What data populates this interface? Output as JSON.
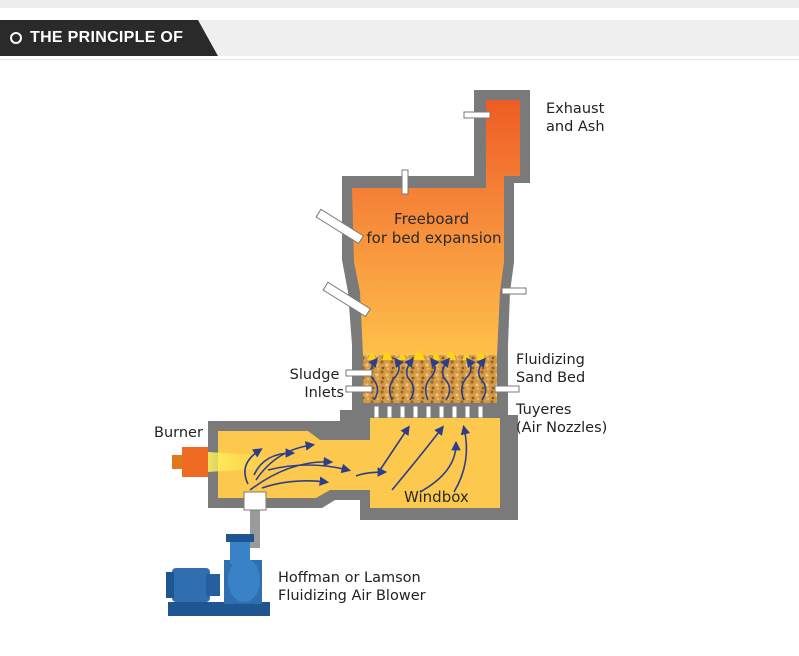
{
  "header": {
    "title": "THE PRINCIPLE OF"
  },
  "diagram": {
    "labels": {
      "exhaust": [
        "Exhaust",
        "and Ash"
      ],
      "freeboard": [
        "Freeboard",
        "for bed expansion"
      ],
      "sand_bed": [
        "Fluidizing",
        "Sand Bed"
      ],
      "sludge": [
        "Sludge",
        "Inlets"
      ],
      "tuyeres": [
        "Tuyeres",
        "(Air Nozzles)"
      ],
      "burner": [
        "Burner"
      ],
      "windbox": [
        "Windbox"
      ],
      "blower": [
        "Hoffman or Lamson",
        "Fluidizing Air Blower"
      ]
    },
    "colors": {
      "wall": "#7a7a7a",
      "chamber_top": "#ee5a22",
      "chamber_bottom": "#ffc24a",
      "windbox_fill": "#fcc94e",
      "sand": "#c58a3a",
      "arrow": "#2e3f8a",
      "blower": "#2f6fb0",
      "nozzle": "#ffffff"
    }
  }
}
